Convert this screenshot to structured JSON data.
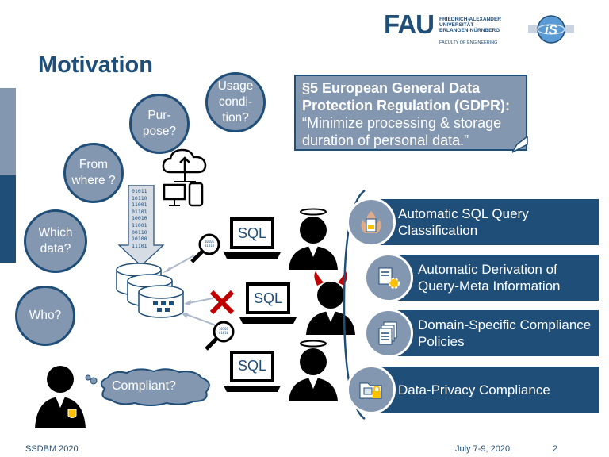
{
  "header": {
    "title": "Motivation",
    "logo": {
      "text": "FAU",
      "subtitle": "FRIEDRICH-ALEXANDER\nUNIVERSITÄT\nERLANGEN-NÜRNBERG",
      "faculty": "FACULTY OF ENGINEERING"
    },
    "is_logo_text": "iS"
  },
  "questions": {
    "who": "Who?",
    "which_data": "Which data?",
    "from_where": "From where ?",
    "purpose": "Pur-pose?",
    "usage": "Usage condi-tion?"
  },
  "gdpr": {
    "title": "§5 European General Data Protection Regulation (GDPR):",
    "quote": "“Minimize processing & storage duration of personal data.”"
  },
  "binary": "01011\n10110\n11001\n01101\n10010\n11001\n00110\n10100\n11101",
  "sql_label": "SQL",
  "compliant_label": "Compliant?",
  "panels": [
    {
      "label": "Automatic SQL Query Classification",
      "icon": "fire-document-icon"
    },
    {
      "label": "Automatic Derivation of Query-Meta Information",
      "icon": "gear-data-icon"
    },
    {
      "label": "Domain-Specific Compliance Policies",
      "icon": "documents-icon"
    },
    {
      "label": "Data-Privacy Compliance",
      "icon": "folder-lock-icon"
    }
  ],
  "footer": {
    "conference": "SSDBM 2020",
    "date": "July 7-9, 2020",
    "page": "2"
  },
  "colors": {
    "primary": "#1f4e79",
    "secondary": "#8497b0"
  }
}
